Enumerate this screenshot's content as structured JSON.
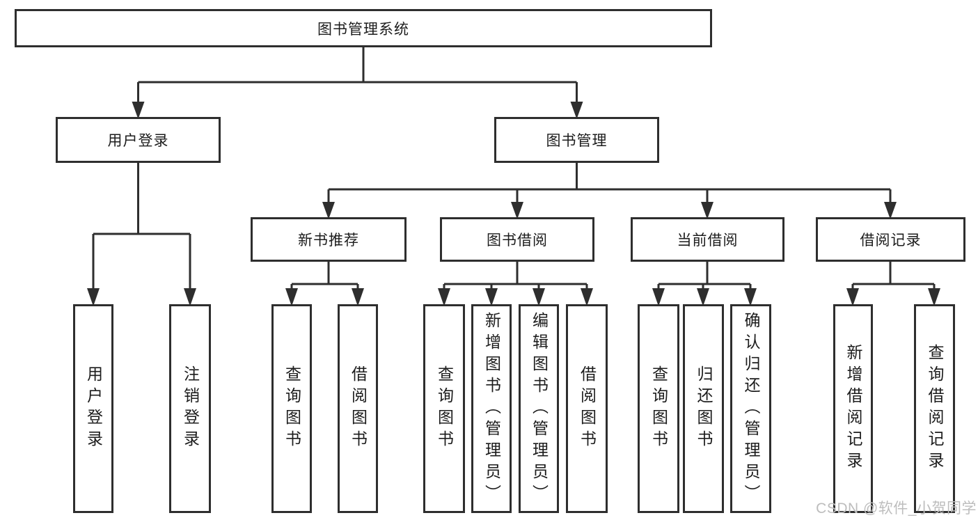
{
  "colors": {
    "background": "#ffffff",
    "line": "#2e2e2e",
    "box_border": "#2e2e2e",
    "text": "#1c1c1c",
    "watermark": "#bdbdbd"
  },
  "watermark": {
    "text": "CSDN @软件_小贺同学"
  },
  "tree": {
    "label": "图书管理系统",
    "children": [
      {
        "label": "用户登录",
        "children": [
          {
            "label": "用户登录"
          },
          {
            "label": "注销登录"
          }
        ]
      },
      {
        "label": "图书管理",
        "children": [
          {
            "label": "新书推荐",
            "children": [
              {
                "label": "查询图书"
              },
              {
                "label": "借阅图书"
              }
            ]
          },
          {
            "label": "图书借阅",
            "children": [
              {
                "label": "查询图书"
              },
              {
                "label": "新增图书（管理员）"
              },
              {
                "label": "编辑图书（管理员）"
              },
              {
                "label": "借阅图书"
              }
            ]
          },
          {
            "label": "当前借阅",
            "children": [
              {
                "label": "查询图书"
              },
              {
                "label": "归还图书"
              },
              {
                "label": "确认归还（管理员）"
              }
            ]
          },
          {
            "label": "借阅记录",
            "children": [
              {
                "label": "新增借阅记录"
              },
              {
                "label": "查询借阅记录"
              }
            ]
          }
        ]
      }
    ]
  }
}
